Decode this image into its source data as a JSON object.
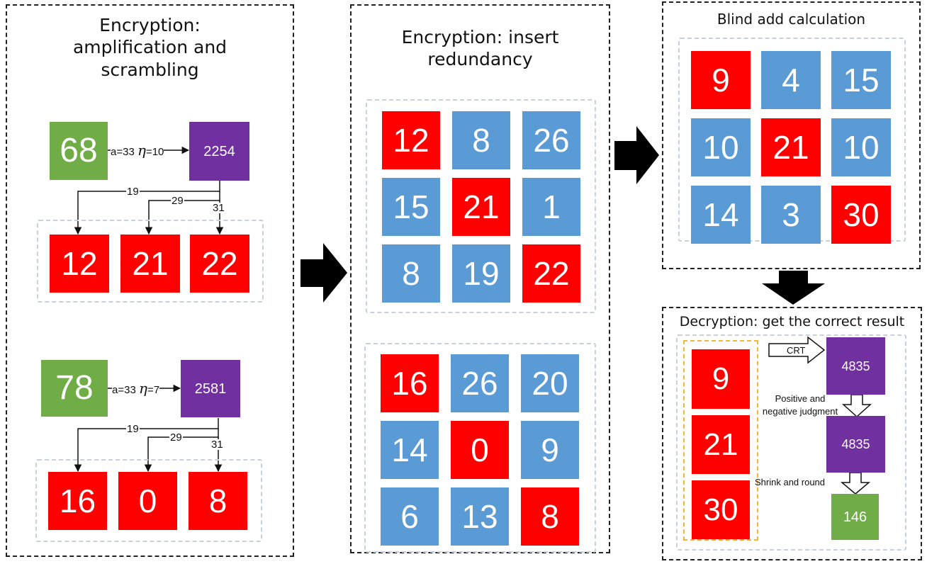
{
  "panel_encrypt_scramble": {
    "title": "Encryption:\namplification and\nscrambling",
    "example1": {
      "input": "68",
      "params": "a=33",
      "eta_symbol": "η",
      "eta_value": "=10",
      "amplified": "2254",
      "moduli": [
        "19",
        "29",
        "31"
      ],
      "residues": [
        "12",
        "21",
        "22"
      ]
    },
    "example2": {
      "input": "78",
      "params": "a=33",
      "eta_symbol": "η",
      "eta_value": "=7",
      "amplified": "2581",
      "moduli": [
        "19",
        "29",
        "31"
      ],
      "residues": [
        "16",
        "0",
        "8"
      ]
    }
  },
  "panel_redundancy": {
    "title": "Encryption: insert\nredundancy",
    "grid1": [
      "12",
      "8",
      "26",
      "15",
      "21",
      "1",
      "8",
      "19",
      "22"
    ],
    "grid2": [
      "16",
      "26",
      "20",
      "14",
      "0",
      "9",
      "6",
      "13",
      "8"
    ],
    "colors": [
      "red",
      "blue",
      "blue",
      "blue",
      "red",
      "blue",
      "blue",
      "blue",
      "red"
    ]
  },
  "panel_blind_add": {
    "title": "Blind add calculation",
    "grid": [
      "9",
      "4",
      "15",
      "10",
      "21",
      "10",
      "14",
      "3",
      "30"
    ]
  },
  "panel_decrypt": {
    "title": "Decryption: get the correct result",
    "residues": [
      "9",
      "21",
      "30"
    ],
    "crt_label": "CRT",
    "crt_result": "4835",
    "judgment_label": "Positive and\nnegative judgment",
    "judged_result": "4835",
    "shrink_label": "Shrink and round",
    "final_result": "146"
  },
  "colors": {
    "red": "#ff0000",
    "blue": "#5b9bd5",
    "green": "#70ad47",
    "purple": "#7030a0"
  }
}
